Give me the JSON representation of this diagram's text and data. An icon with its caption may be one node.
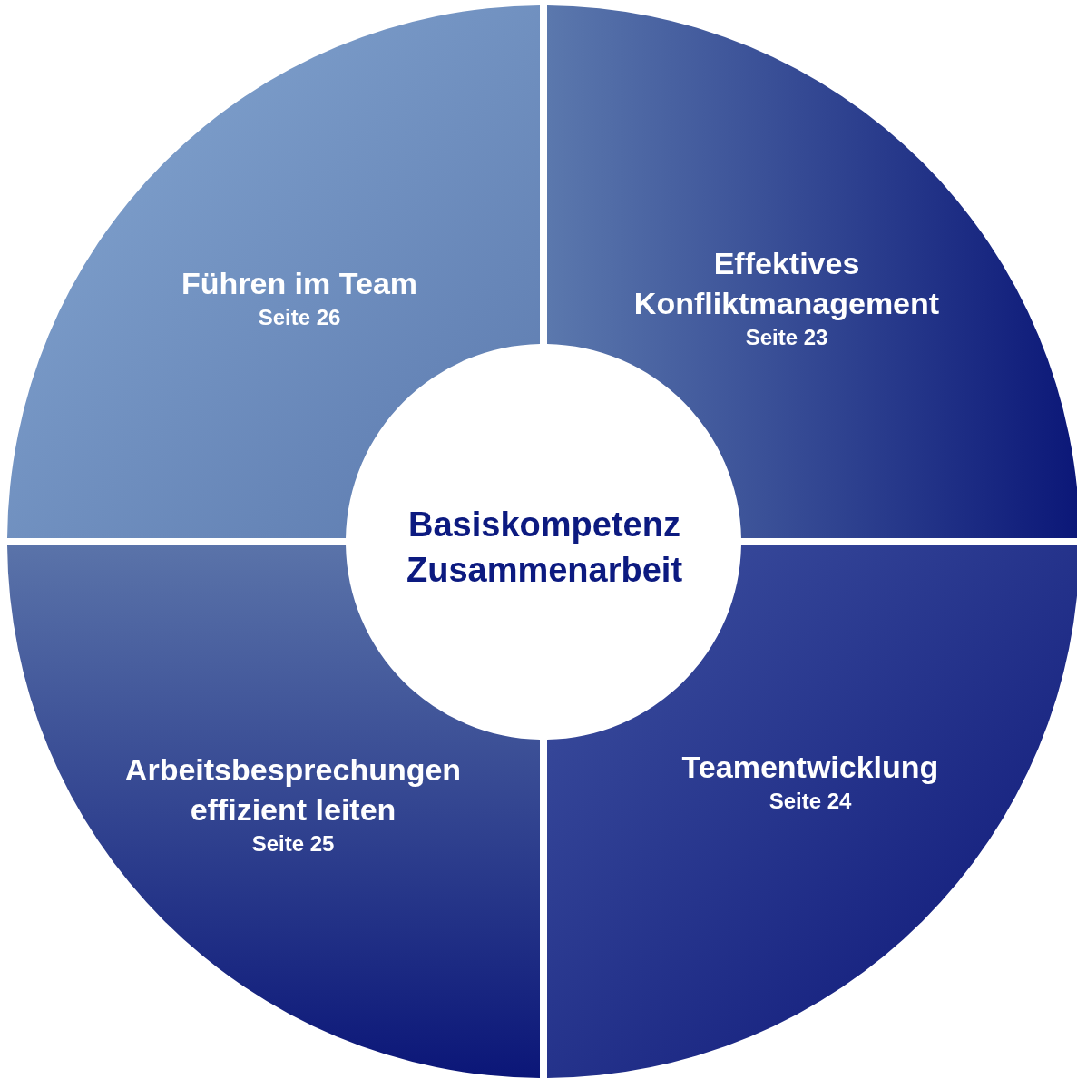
{
  "diagram": {
    "nodes": [
      {
        "text": [
          "Führen im Team",
          "Seite 26"
        ]
      },
      {
        "text": [
          "Effektives Konfliktmanagement",
          "Seite 23"
        ]
      },
      {
        "text": [
          "Basiskompetenz Zusammenarbeit"
        ]
      },
      {
        "text": [
          "Arbeitsbesprechungen effizient leiten",
          "Seite 25"
        ]
      },
      {
        "text": [
          "Teamentwicklung",
          "Seite 24"
        ]
      }
    ]
  }
}
